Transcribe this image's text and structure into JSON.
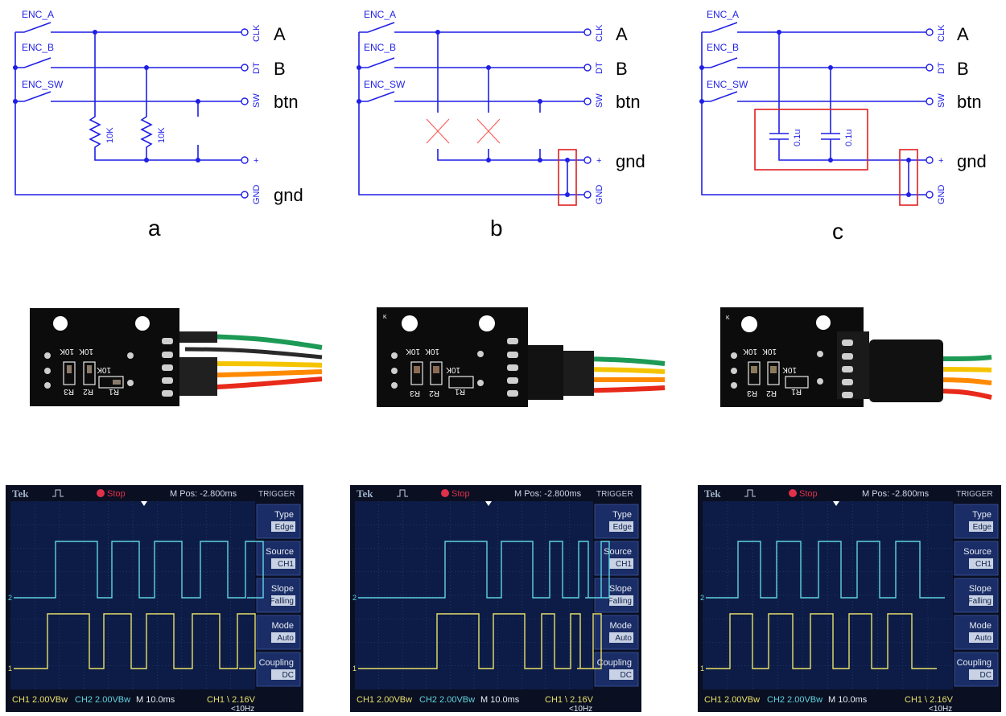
{
  "schematic": {
    "switch_labels": [
      "ENC_A",
      "ENC_B",
      "ENC_SW"
    ],
    "terminal_labels": [
      "CLK",
      "DT",
      "SW",
      "+",
      "GND"
    ],
    "signal_labels": [
      "A",
      "B",
      "btn",
      "gnd"
    ],
    "resistor_value": "10K",
    "capacitor_value": "0.1u",
    "panel_labels": [
      "a",
      "b",
      "c"
    ]
  },
  "pcb": {
    "resistor_labels": [
      "10K",
      "10K",
      "10K"
    ],
    "ref_labels": [
      "R3",
      "R2",
      "R1"
    ],
    "corner_mark": "K"
  },
  "scope": {
    "brand": "Tek",
    "status": "Stop",
    "mpos": "M Pos: -2.800ms",
    "menu_title": "TRIGGER",
    "menu": [
      {
        "label": "Type",
        "value": "Edge"
      },
      {
        "label": "Source",
        "value": "CH1"
      },
      {
        "label": "Slope",
        "value": "Falling"
      },
      {
        "label": "Mode",
        "value": "Auto"
      },
      {
        "label": "Coupling",
        "value": "DC"
      }
    ],
    "ch1_scale": "CH1  2.00VBw",
    "ch2_scale": "CH2  2.00VBw",
    "timebase": "M 10.0ms",
    "trigger_level": "CH1 \\ 2.16V",
    "trigger_freq": "<10Hz",
    "marker_ch1": "1",
    "marker_ch2": "2",
    "colors": {
      "ch1": "#e8e06a",
      "ch2": "#5fd4e0",
      "grid": "#2c4a86",
      "bg": "#0d1c46",
      "menu_bg": "#1a2d66"
    }
  }
}
